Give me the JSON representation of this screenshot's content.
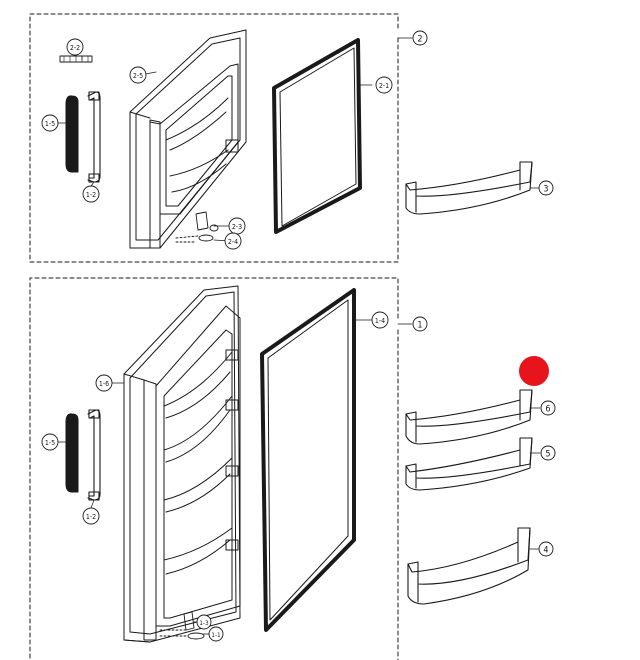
{
  "labels": {
    "l_2": "2",
    "l_2_1": "2-1",
    "l_2_2": "2-2",
    "l_2_3": "2-3",
    "l_2_4": "2-4",
    "l_2_5": "2-5",
    "l_1": "1",
    "l_1_1": "1-1",
    "l_1_2_top": "1-2",
    "l_1_2_bot": "1-2",
    "l_1_3": "1-3",
    "l_1_4": "1-4",
    "l_1_5_top": "1-5",
    "l_1_5_bot": "1-5",
    "l_1_6": "1-6",
    "l_3": "3",
    "l_4": "4",
    "l_5": "5",
    "l_6": "6"
  },
  "colors": {
    "line": "#1a1a1a",
    "marker": "#e8141b",
    "background": "#ffffff"
  }
}
